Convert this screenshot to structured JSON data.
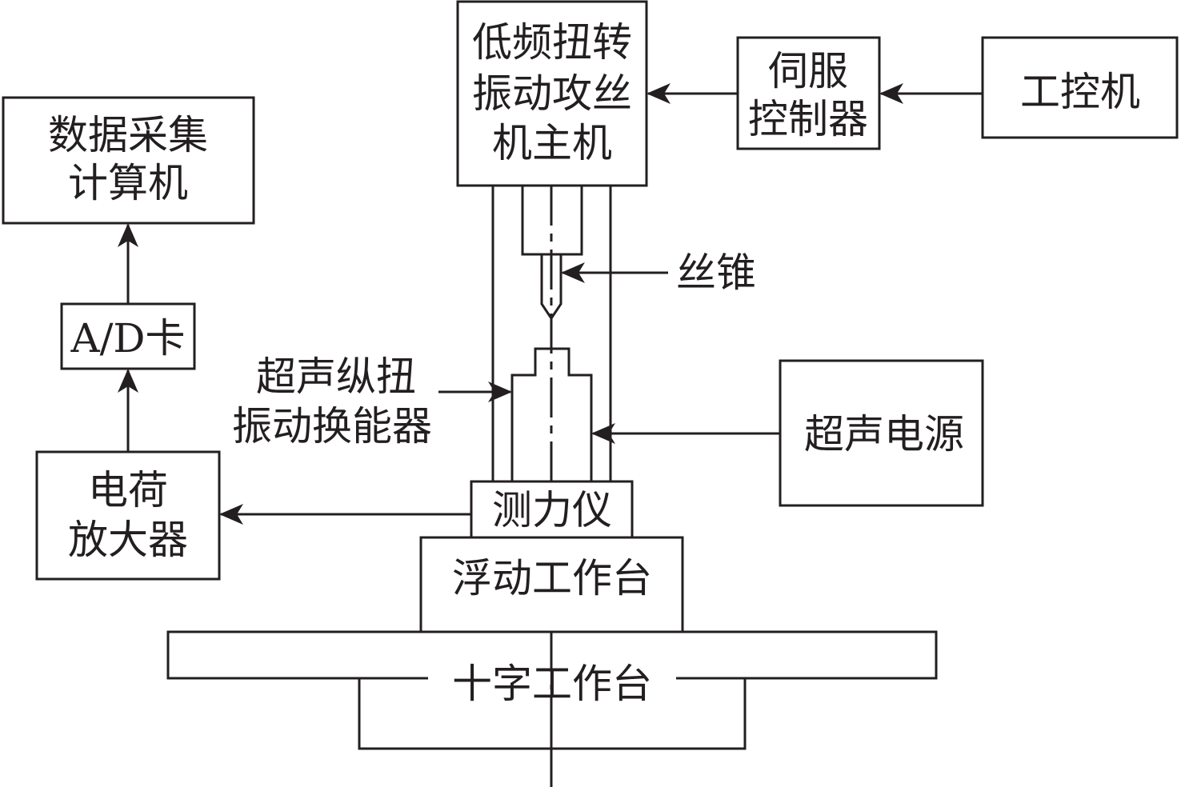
{
  "diagram": {
    "title": "",
    "colors": {
      "line": "#231f20",
      "background": "#ffffff"
    },
    "nodes": {
      "data_acquisition_computer": {
        "lines": [
          "数据采集",
          "计算机"
        ]
      },
      "ad_card": {
        "lines": [
          "A/D卡"
        ]
      },
      "charge_amplifier": {
        "lines": [
          "电荷",
          "放大器"
        ]
      },
      "main_machine": {
        "lines": [
          "低频扭转",
          "振动攻丝",
          "机主机"
        ]
      },
      "servo_controller": {
        "lines": [
          "伺服",
          "控制器"
        ]
      },
      "industrial_computer": {
        "lines": [
          "工控机"
        ]
      },
      "ultrasonic_power": {
        "lines": [
          "超声电源"
        ]
      },
      "dynamometer": {
        "lines": [
          "测力仪"
        ]
      },
      "floating_table": {
        "lines": [
          "浮动工作台"
        ]
      },
      "cross_table": {
        "lines": [
          "十字工作台"
        ]
      }
    },
    "callouts": {
      "tap": "丝锥",
      "transducer": [
        "超声纵扭",
        "振动换能器"
      ]
    },
    "edges": [
      {
        "from": "industrial_computer",
        "to": "servo_controller"
      },
      {
        "from": "servo_controller",
        "to": "main_machine"
      },
      {
        "from": "ultrasonic_power",
        "to": "transducer"
      },
      {
        "from": "dynamometer",
        "to": "charge_amplifier"
      },
      {
        "from": "charge_amplifier",
        "to": "ad_card"
      },
      {
        "from": "ad_card",
        "to": "data_acquisition_computer"
      }
    ]
  }
}
